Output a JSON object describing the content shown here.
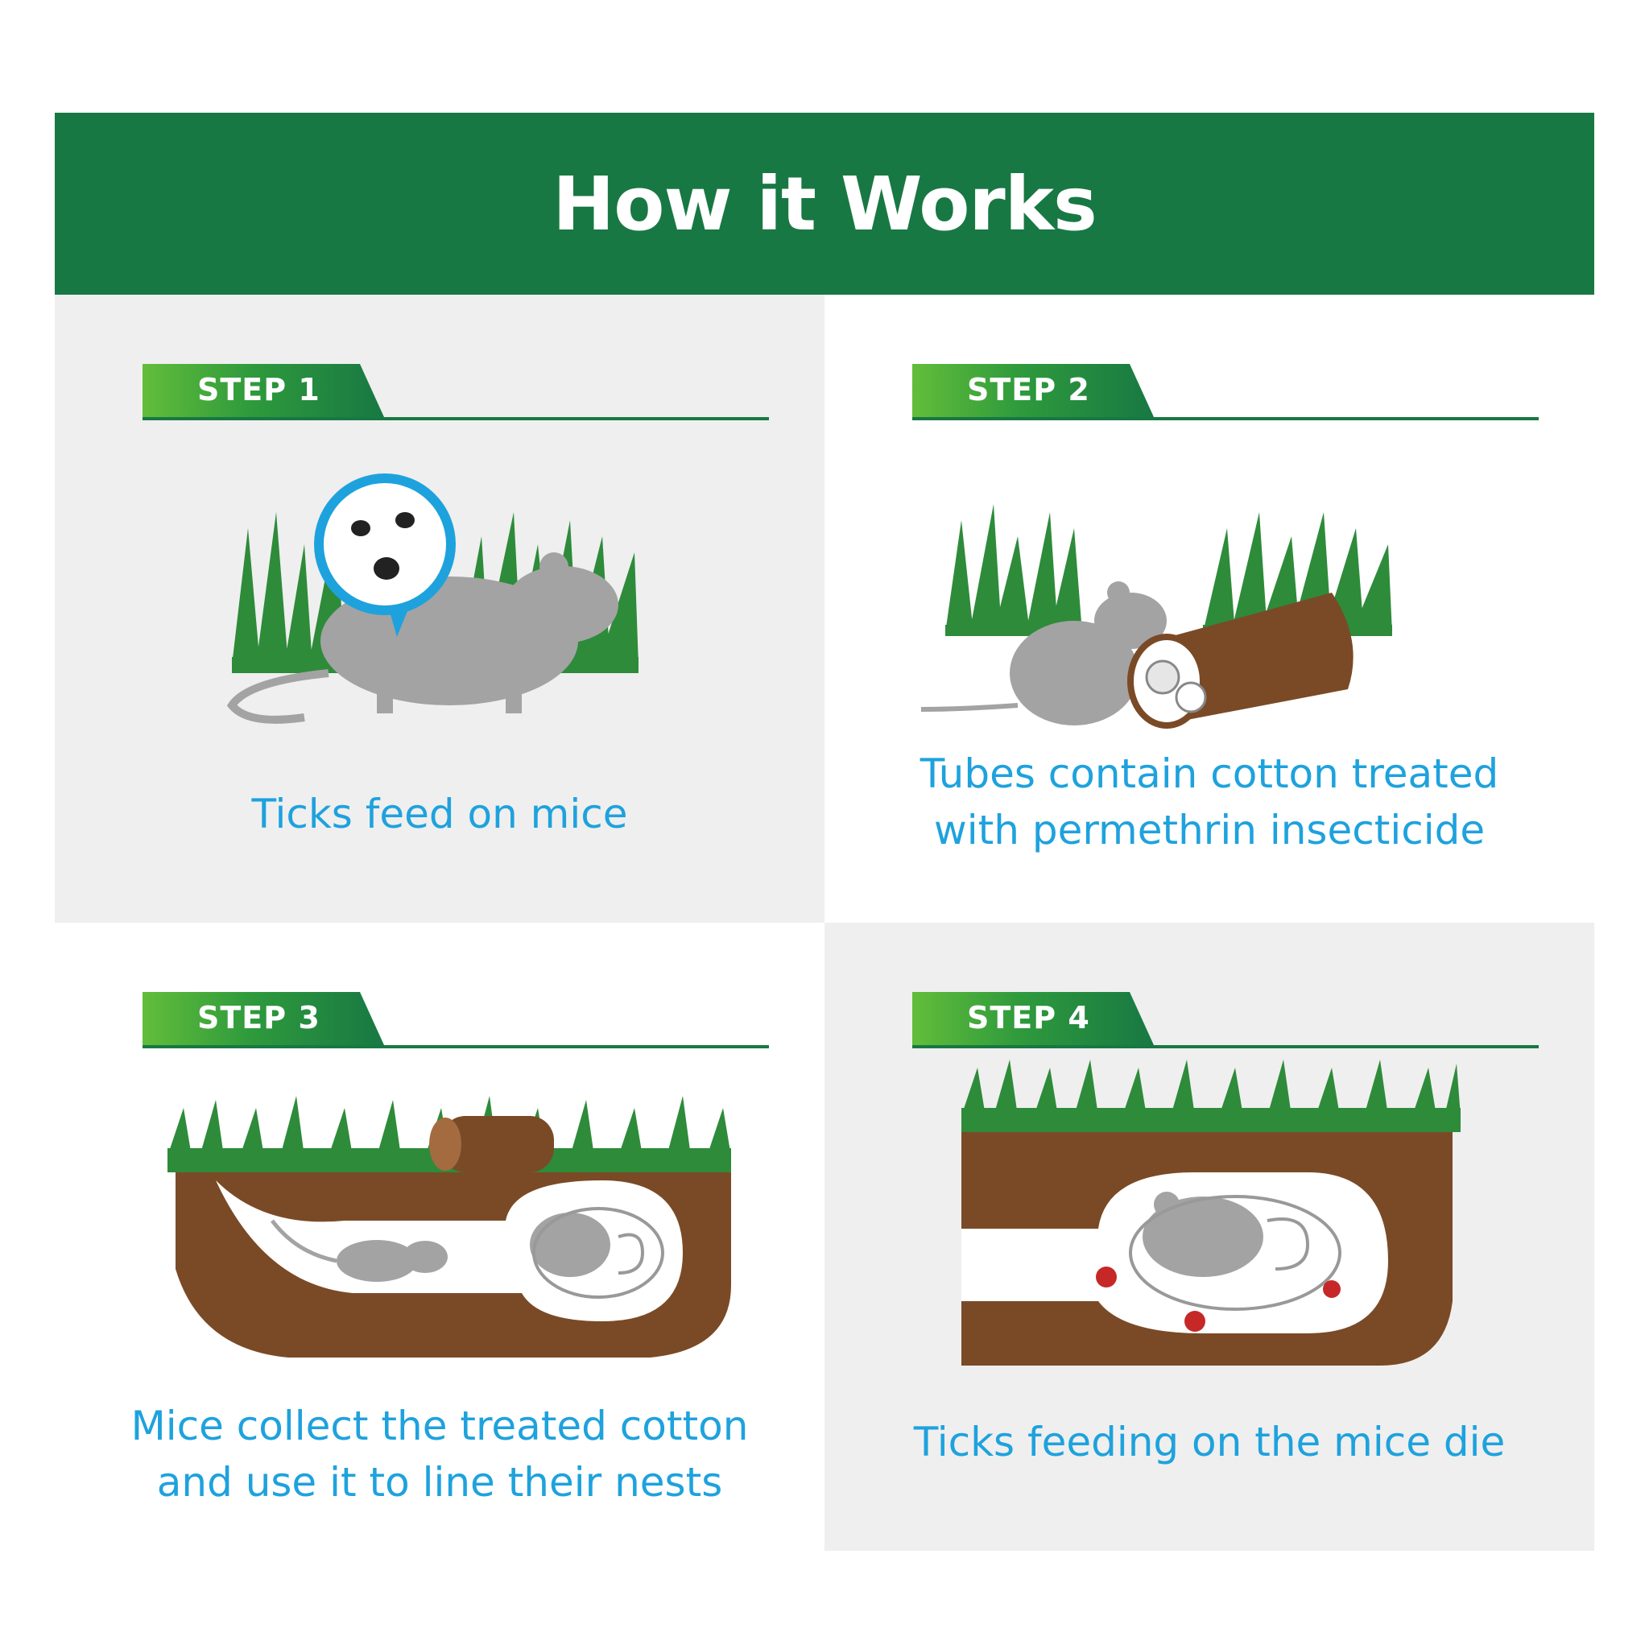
{
  "header": {
    "title": "How it Works"
  },
  "steps": [
    {
      "label": "STEP 1",
      "caption_lines": [
        "Ticks feed on mice"
      ]
    },
    {
      "label": "STEP 2",
      "caption_lines": [
        "Tubes contain cotton treated",
        "with permethrin insecticide"
      ]
    },
    {
      "label": "STEP 3",
      "caption_lines": [
        "Mice collect the treated cotton",
        "and use it to line their nests"
      ]
    },
    {
      "label": "STEP 4",
      "caption_lines": [
        "Ticks feeding on the mice die"
      ]
    }
  ],
  "colors": {
    "brand_green": "#187843",
    "caption_blue": "#1ea2dd",
    "panel_gray": "#efefef",
    "soil": "#7a4a26",
    "grass": "#2e8b3a",
    "mouse": "#a3a3a3"
  }
}
